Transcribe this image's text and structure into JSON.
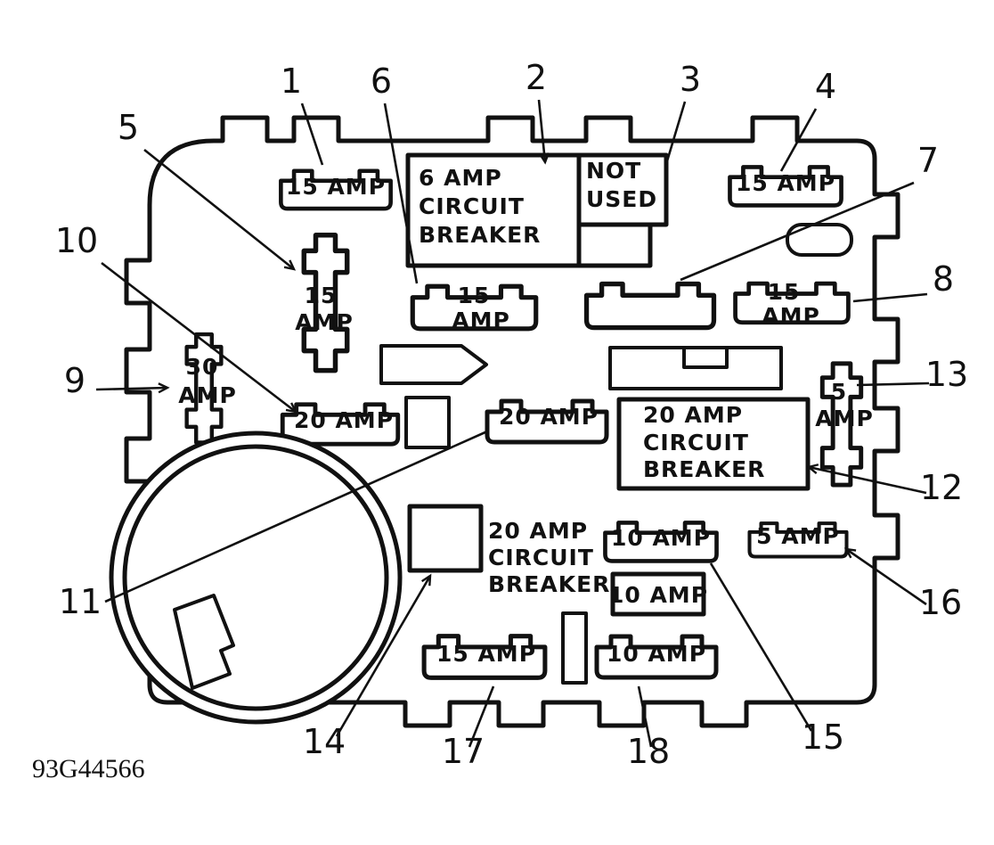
{
  "diagram": {
    "figure_number": "93G44566",
    "colors": {
      "ink": "#111111",
      "background": "#ffffff"
    },
    "callouts": {
      "c1": "1",
      "c2": "2",
      "c3": "3",
      "c4": "4",
      "c5": "5",
      "c6": "6",
      "c7": "7",
      "c8": "8",
      "c9": "9",
      "c10": "10",
      "c11": "11",
      "c12": "12",
      "c13": "13",
      "c14": "14",
      "c15": "15",
      "c16": "16",
      "c17": "17",
      "c18": "18"
    },
    "labels": {
      "fuse1": "15 AMP",
      "cb6_line1": "6 AMP",
      "cb6_line2": "CIRCUIT",
      "cb6_line3": "BREAKER",
      "not_used_line1": "NOT",
      "not_used_line2": "USED",
      "fuse4": "15 AMP",
      "fuse5_line1": "15",
      "fuse5_line2": "AMP",
      "fuse6_line1": "15",
      "fuse6_line2": "AMP",
      "fuse8_line1": "15",
      "fuse8_line2": "AMP",
      "fuse9_line1": "30",
      "fuse9_line2": "AMP",
      "fuse10": "20 AMP",
      "fuse11": "20 AMP",
      "cb20r_line1": "20 AMP",
      "cb20r_line2": "CIRCUIT",
      "cb20r_line3": "BREAKER",
      "fuse13_line1": "5",
      "fuse13_line2": "AMP",
      "cb20b_line1": "20 AMP",
      "cb20b_line2": "CIRCUIT",
      "cb20b_line3": "BREAKER",
      "fuse_10amp_upper": "10 AMP",
      "fuse_5amp": "5 AMP",
      "fuse_10amp_boxed": "10 AMP",
      "fuse17": "15 AMP",
      "fuse18": "10 AMP"
    }
  }
}
